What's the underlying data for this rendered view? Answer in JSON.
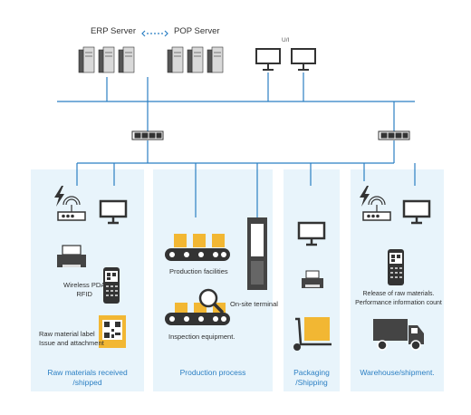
{
  "servers": {
    "erp_label": "ERP Server",
    "pop_label": "POP Server",
    "ui_label": "U/I"
  },
  "zones": [
    {
      "title_line1": "Raw materials received",
      "title_line2": "/shipped"
    },
    {
      "title_line1": "Production process",
      "title_line2": ""
    },
    {
      "title_line1": "Packaging",
      "title_line2": "/Shipping"
    },
    {
      "title_line1": "Warehouse/shipment.",
      "title_line2": ""
    }
  ],
  "labels": {
    "wireless_pda_line1": "Wireless PDA",
    "wireless_pda_line2": "RFID",
    "raw_label_line1": "Raw material label",
    "raw_label_line2": "Issue and attachment",
    "production_facilities": "Production facilities",
    "on_site_terminal": "On-site terminal",
    "inspection_equipment": "Inspection equipment.",
    "release_line1": "Release of raw materials.",
    "release_line2": "Performance information count"
  },
  "colors": {
    "zone_bg": "#e8f4fb",
    "line": "#2b7fc3",
    "icon": "#333333",
    "box": "#f2b733"
  },
  "icons": [
    "server-icon",
    "monitor-icon",
    "network-switch-icon",
    "router-icon",
    "lightning-icon",
    "printer-icon",
    "pda-icon",
    "qr-label-icon",
    "conveyor-icon",
    "terminal-icon",
    "magnifier-icon",
    "hand-truck-icon",
    "truck-icon"
  ]
}
